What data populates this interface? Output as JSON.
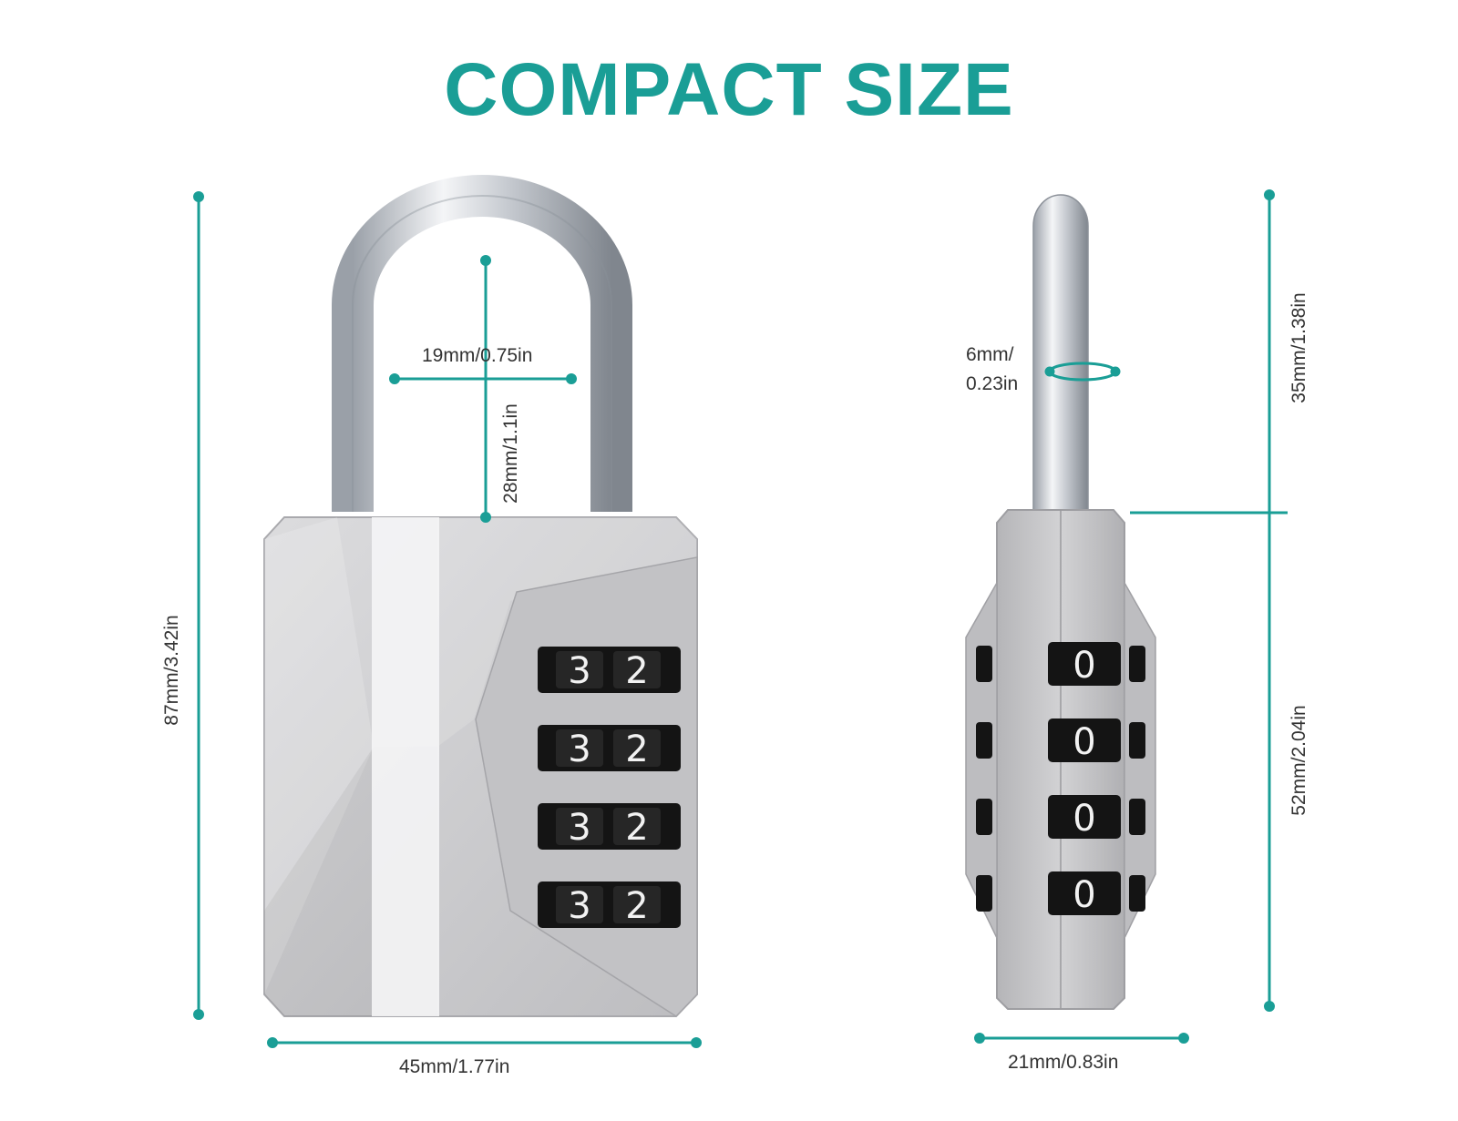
{
  "title": "COMPACT SIZE",
  "colors": {
    "accent": "#1a9e96",
    "lock_body": "#c9c9cb",
    "lock_body_light": "#e6e6e8",
    "shackle": "#b8bcc2",
    "dial": "#141414",
    "dial_digit": "#f2f2f2",
    "label_text": "#333333"
  },
  "front_view": {
    "dials": [
      "3",
      "2",
      "3",
      "2",
      "3",
      "2",
      "3",
      "2"
    ],
    "dimensions": {
      "total_height": "87mm/3.42in",
      "width": "45mm/1.77in",
      "shackle_inner_width": "19mm/0.75in",
      "shackle_clearance": "28mm/1.1in"
    }
  },
  "side_view": {
    "dials": [
      "0",
      "0",
      "0",
      "0"
    ],
    "dimensions": {
      "shackle_diameter_line1": "6mm/",
      "shackle_diameter_line2": "0.23in",
      "shackle_height": "35mm/1.38in",
      "body_height": "52mm/2.04in",
      "depth": "21mm/0.83in"
    }
  }
}
